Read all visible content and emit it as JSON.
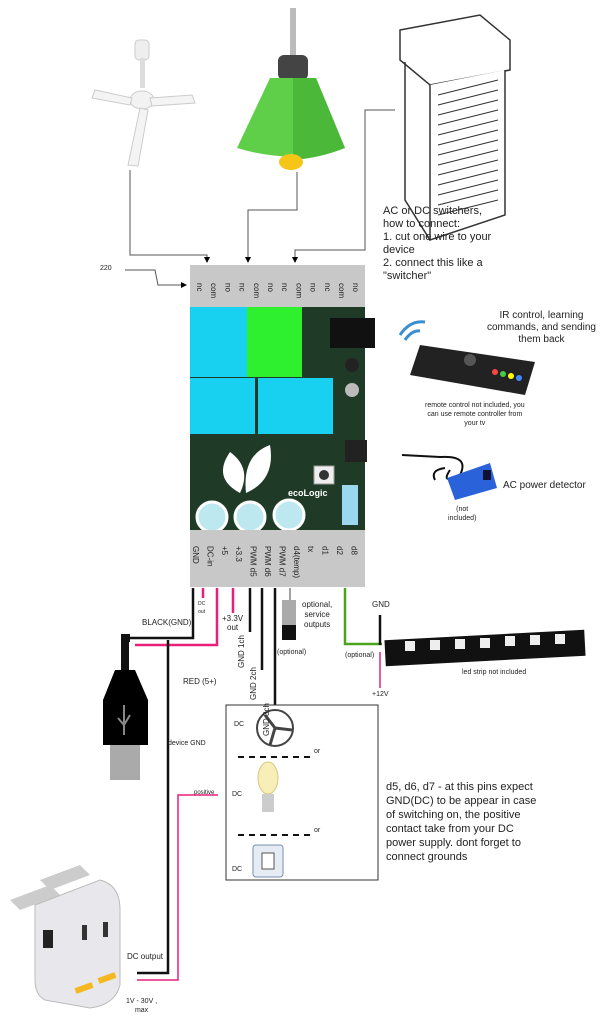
{
  "title_note": {
    "lines": [
      "AC or DC switchers,",
      "how to connect:",
      "1. cut one wire to your",
      "device",
      "2. connect this like a",
      "\"switcher\""
    ]
  },
  "mains_label": "220",
  "top_terminals": [
    "nc",
    "com",
    "no",
    "nc",
    "com",
    "no",
    "nc",
    "com",
    "no",
    "nc",
    "com",
    "no"
  ],
  "bottom_terminals": [
    "GND",
    "DC-in",
    "+5",
    "+3.3",
    "PWM d5",
    "PWM d6",
    "PWM d7",
    "d4(temp)",
    "tx",
    "d1",
    "d2",
    "d8"
  ],
  "board": {
    "brand": "ecoLogic"
  },
  "ir": {
    "title": [
      "IR control, learning",
      "commands, and sending",
      "them back"
    ],
    "note": [
      "remote control not included, you",
      "can use remote controller from",
      "your tv"
    ]
  },
  "power_detector": {
    "label": "AC power detector",
    "note": [
      "(not",
      "included)"
    ]
  },
  "service": {
    "label": [
      "optional,",
      "service",
      "outputs"
    ],
    "optional": "(optional)"
  },
  "led": {
    "gnd": "GND",
    "optional": "(optional)",
    "note": "led strip not included",
    "v12": "+12V"
  },
  "wires": {
    "dc_out": [
      "DC",
      "out"
    ],
    "v33": [
      "+3.3V",
      "out"
    ],
    "ch1": [
      "GND",
      "1ch"
    ],
    "ch2": [
      "GND",
      "2ch"
    ],
    "ch3": [
      "GND",
      "3ch"
    ],
    "black": "BLACK(GND)",
    "red": "RED (5+)",
    "device_gnd": "device GND",
    "positive": "positive"
  },
  "dc_box": {
    "labels": [
      "DC",
      "DC",
      "DC"
    ],
    "or": [
      "or",
      "or"
    ]
  },
  "note_d5": [
    "d5, d6, d7 - at this pins expect",
    "GND(DC) to be appear in case",
    "of switching on, the positive",
    "contact take from your DC",
    "power supply. dont forget to",
    "connect grounds"
  ],
  "adapter": {
    "dc_output": "DC output",
    "range": [
      "1V -  30V ,",
      "max"
    ]
  },
  "colors": {
    "pcb": "#1f3a26",
    "relay_blue": "#18d0f0",
    "relay_green": "#2ef02e",
    "wire_pink": "#e8207a",
    "wire_green": "#4aa51c",
    "terminal": "#c8c8c8"
  }
}
